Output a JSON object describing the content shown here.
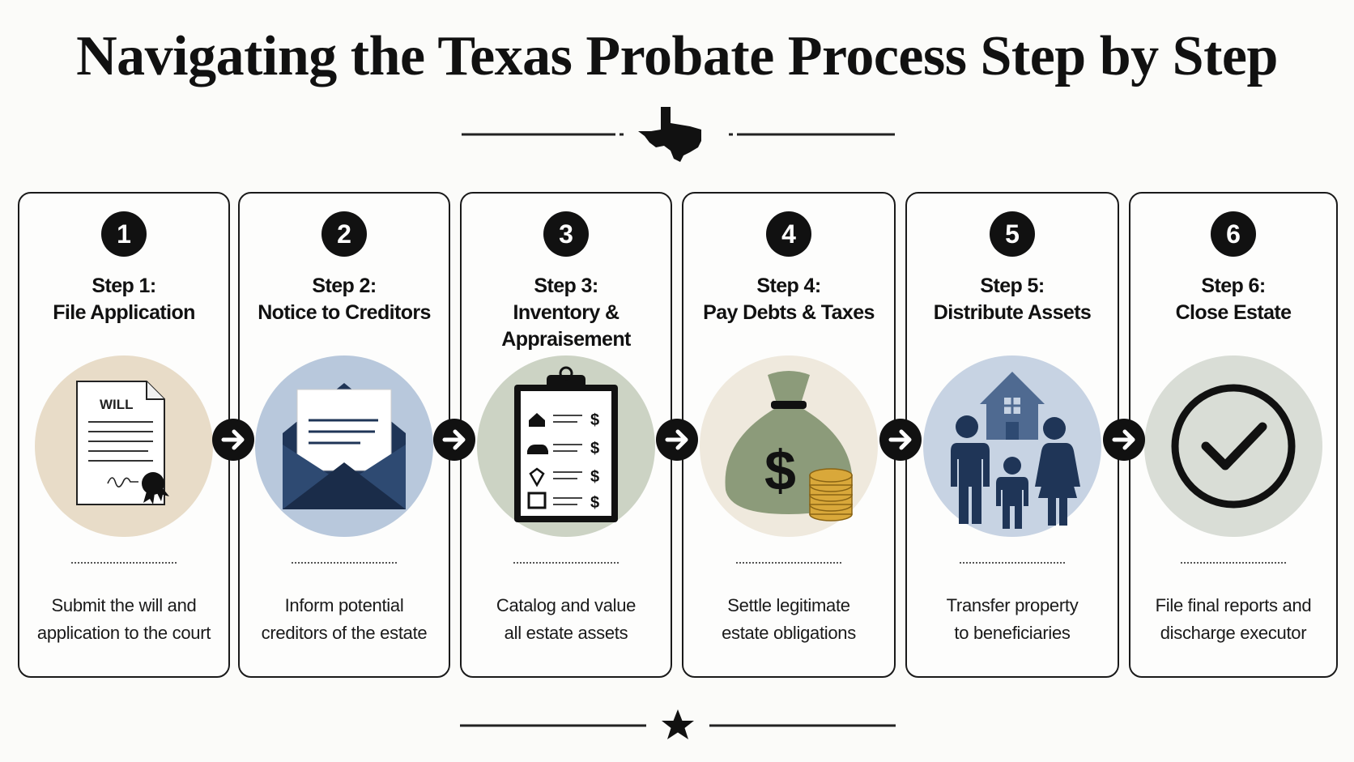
{
  "title": "Navigating the Texas Probate Process Step by Step",
  "colors": {
    "beige": "#e8dcc8",
    "blue": "#b8c8dc",
    "sage": "#ccd3c4",
    "cream": "#efe9dd",
    "lightblue": "#c7d3e3",
    "gray": "#d9ddd6",
    "navy": "#1f3557",
    "money_green": "#8c9b7a",
    "gold": "#d9a83a"
  },
  "icons": {
    "divider_top": "texas-map-icon",
    "divider_bottom": "star-icon",
    "arrow": "arrow-right-icon"
  },
  "steps": [
    {
      "number": "1",
      "title_line1": "Step 1:",
      "title_line2": "File Application",
      "icon": "will-document-icon",
      "icon_text": "WILL",
      "desc_line1": "Submit the will and",
      "desc_line2": "application to the court"
    },
    {
      "number": "2",
      "title_line1": "Step 2:",
      "title_line2": "Notice to Creditors",
      "icon": "envelope-letter-icon",
      "desc_line1": "Inform potential",
      "desc_line2": "creditors of the estate"
    },
    {
      "number": "3",
      "title_line1": "Step 3:",
      "title_line2": "Inventory &",
      "title_line3": "Appraisement",
      "icon": "clipboard-inventory-icon",
      "icon_symbol": "$",
      "desc_line1": "Catalog and value",
      "desc_line2": "all estate assets"
    },
    {
      "number": "4",
      "title_line1": "Step 4:",
      "title_line2": "Pay Debts & Taxes",
      "icon": "money-bag-icon",
      "icon_symbol": "$",
      "desc_line1": "Settle legitimate",
      "desc_line2": "estate obligations"
    },
    {
      "number": "5",
      "title_line1": "Step 5:",
      "title_line2": "Distribute Assets",
      "icon": "family-house-icon",
      "desc_line1": "Transfer property",
      "desc_line2": "to beneficiaries"
    },
    {
      "number": "6",
      "title_line1": "Step 6:",
      "title_line2": "Close Estate",
      "icon": "checkmark-circle-icon",
      "desc_line1": "File final reports and",
      "desc_line2": "discharge executor"
    }
  ]
}
